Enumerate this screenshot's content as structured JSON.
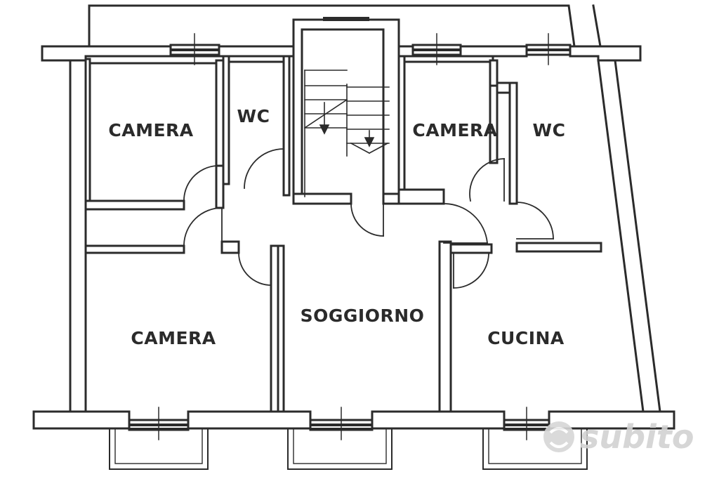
{
  "colors": {
    "wall_fill": "#ffffff",
    "wall_stroke": "#2b2b2b",
    "ink": "#2b2b2b",
    "watermark": "#cfcfcf",
    "background": "#ffffff"
  },
  "rooms": {
    "camera_top_left": "CAMERA",
    "wc_left": "WC",
    "camera_top_right": "CAMERA",
    "wc_right": "WC",
    "camera_bottom_left": "CAMERA",
    "soggiorno": "SOGGIORNO",
    "cucina": "CUCINA"
  },
  "watermark": {
    "text": "subito",
    "icon": "subito-logo-icon"
  }
}
